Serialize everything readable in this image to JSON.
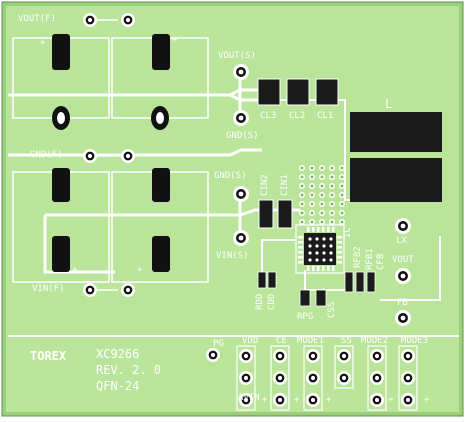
{
  "board": {
    "colors": {
      "substrate": "#9ccf7c",
      "copper": "#b9e49a",
      "copper_dark": "#7ab45d",
      "silk": "#ffffff",
      "pad": "#ffffff",
      "hole": "#111111",
      "component": "#1b1b1b"
    },
    "labels": {
      "vout_f": "VOUT(F)",
      "gnd_f": "GND(F)",
      "vin_f": "VIN(F)",
      "vout_s": "VOUT(S)",
      "gnd_s_top": "GND(S)",
      "gnd_s_mid": "GND(S)",
      "vin_s": "VIN(S)",
      "cl3": "CL3",
      "cl2": "CL2",
      "cl1": "CL1",
      "l": "L",
      "cin2": "CIN2",
      "cin1": "CIN1",
      "ic": "IC",
      "lx": "LX",
      "vout": "VOUT",
      "fb": "FB",
      "rfb2": "RFB2",
      "rfb1": "RFB1",
      "cfb": "CFB",
      "rdd": "RDD",
      "cdd": "CDD",
      "rpg": "RPG",
      "css": "CSS",
      "pg": "PG",
      "vdd": "VDD",
      "ce": "CE",
      "mode1": "MODE1",
      "ss": "SS",
      "mode2": "MODE2",
      "mode3": "MODE3",
      "avin": "AVIN",
      "plus_marks": [
        "+",
        "+",
        "+",
        "+",
        "+",
        "+",
        "+",
        "+",
        "+"
      ]
    },
    "logo": "TOREX",
    "title": {
      "part": "XC9266",
      "rev": "REV. 2. 0",
      "package": "QFN-24"
    }
  }
}
